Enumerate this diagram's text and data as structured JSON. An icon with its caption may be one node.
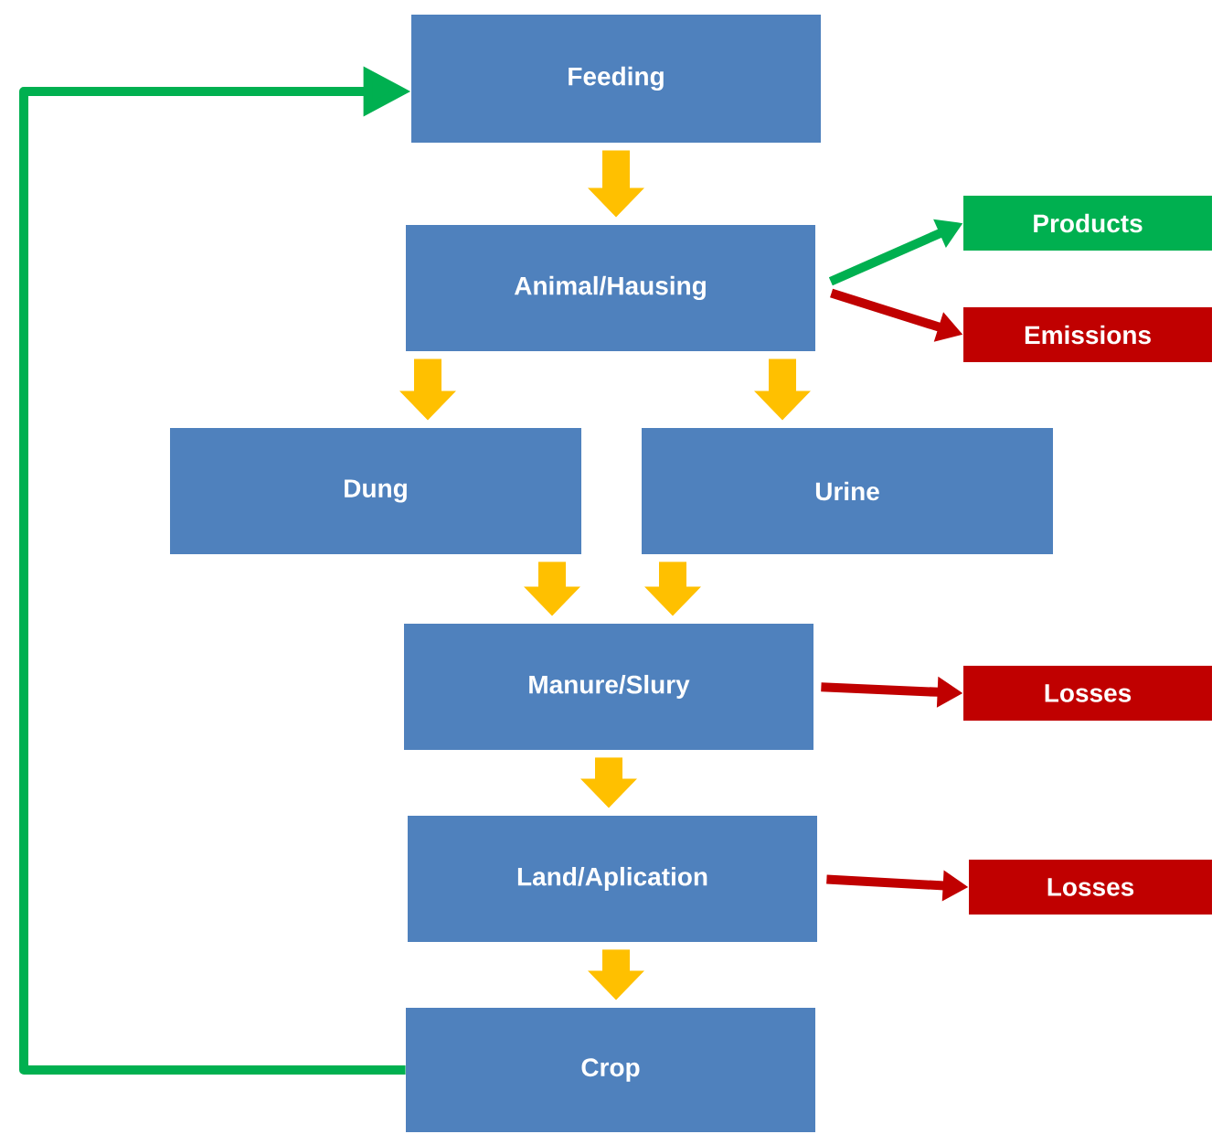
{
  "diagram": {
    "nodes": [
      {
        "text": [
          "Feeding"
        ]
      },
      {
        "text": [
          "Animal/Hausing"
        ]
      },
      {
        "text": [
          "Products"
        ]
      },
      {
        "text": [
          "Emissions"
        ]
      },
      {
        "text": [
          "Dung"
        ]
      },
      {
        "text": [
          "Urine"
        ]
      },
      {
        "text": [
          "Manure/Slury"
        ]
      },
      {
        "text": [
          "Losses"
        ]
      },
      {
        "text": [
          "Land/Aplication"
        ]
      },
      {
        "text": [
          "Losses"
        ]
      },
      {
        "text": [
          "Crop"
        ]
      }
    ],
    "edges": [
      {
        "from": 0,
        "to": 1,
        "arrow": "to"
      },
      {
        "from": 1,
        "to": 2,
        "arrow": "to",
        "color": "#00b050"
      },
      {
        "from": 1,
        "to": 3,
        "arrow": "to",
        "color": "#c00000"
      },
      {
        "from": 1,
        "to": 4,
        "arrow": "to"
      },
      {
        "from": 1,
        "to": 5,
        "arrow": "to"
      },
      {
        "from": 4,
        "to": 6,
        "arrow": "to"
      },
      {
        "from": 5,
        "to": 6,
        "arrow": "to"
      },
      {
        "from": 6,
        "to": 7,
        "arrow": "to",
        "color": "#c00000"
      },
      {
        "from": 6,
        "to": 8,
        "arrow": "to"
      },
      {
        "from": 8,
        "to": 9,
        "arrow": "to",
        "color": "#c00000"
      },
      {
        "from": 8,
        "to": 10,
        "arrow": "to"
      },
      {
        "from": 10,
        "to": 0,
        "arrow": "to",
        "color": "#00b050"
      }
    ]
  }
}
